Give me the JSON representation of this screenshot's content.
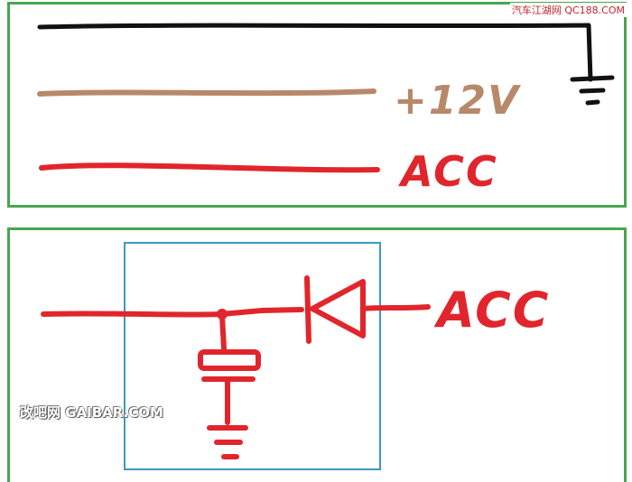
{
  "top_panel": {
    "labels": {
      "plus12v": "+12V",
      "acc": "ACC"
    },
    "colors": {
      "ground_wire": "#111111",
      "plus12v_wire": "#b7896a",
      "acc_wire": "#e0262c"
    }
  },
  "bottom_panel": {
    "labels": {
      "acc": "ACC"
    },
    "colors": {
      "wire": "#e0262c",
      "box": "#3a9ac0"
    }
  },
  "watermarks": {
    "top_right": "汽车江湖网 QC188.COM",
    "middle_left": "改吧网 GAIBAR.COM"
  },
  "colors": {
    "frame": "#4aa54f"
  }
}
